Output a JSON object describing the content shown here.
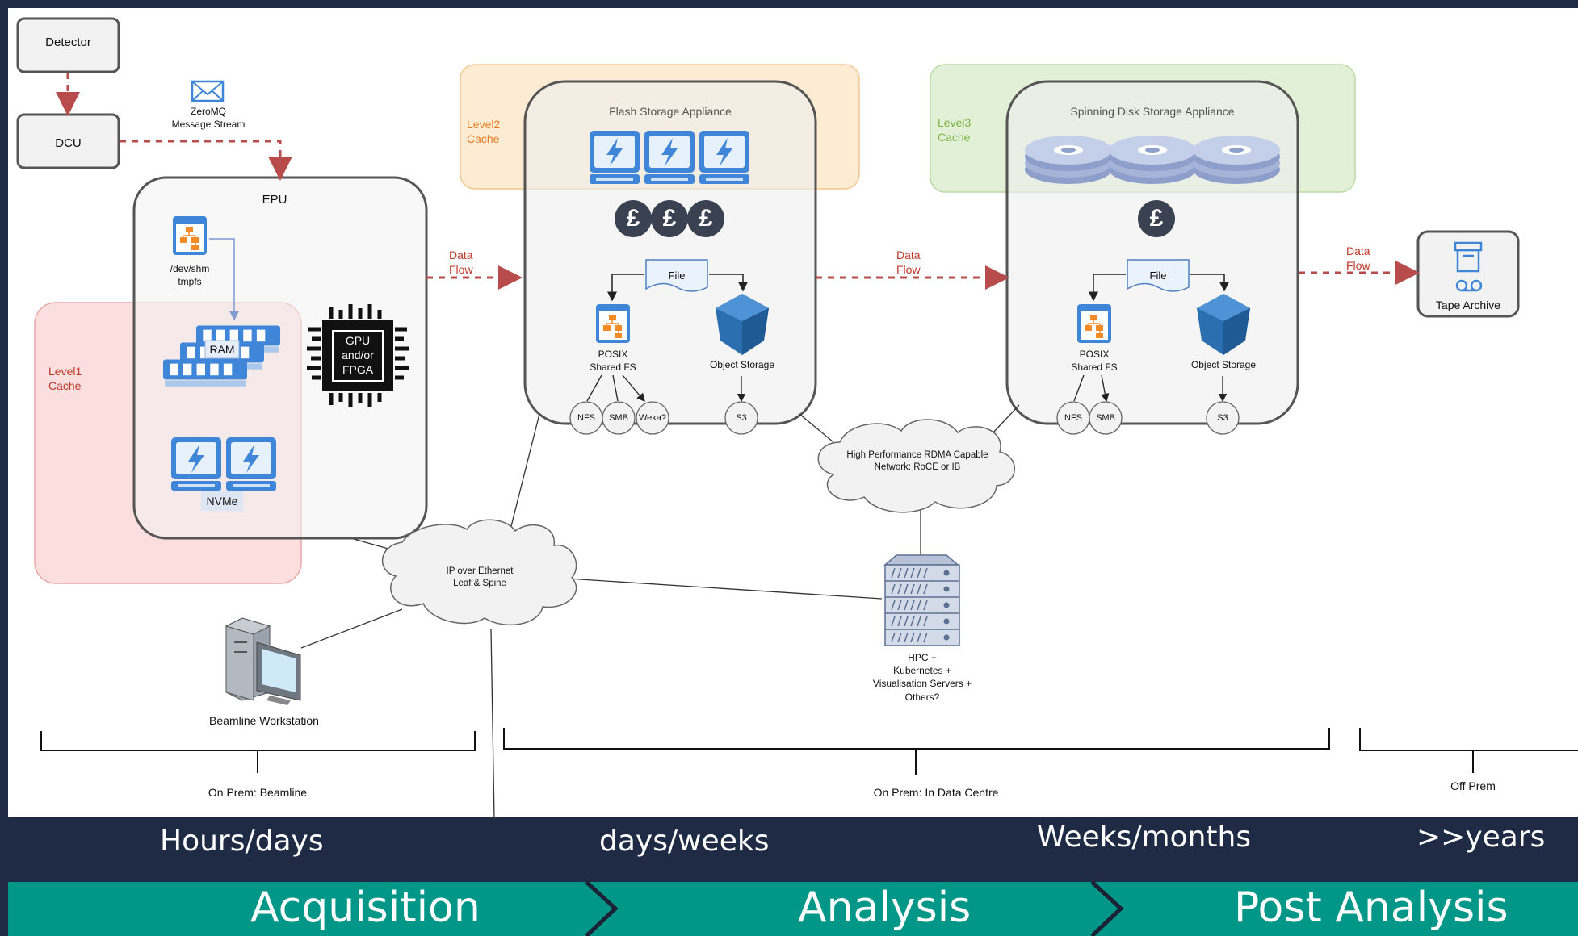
{
  "diagram": {
    "detector": "Detector",
    "dcu": "DCU",
    "zeromq": "ZeroMQ\nMessage Stream",
    "epu": "EPU",
    "dev_shm": "/dev/shm\ntmpfs",
    "ram": "RAM",
    "nvme": "NVMe",
    "gpu": "GPU\nand/or\nFPGA",
    "level1": "Level1\nCache",
    "level2": "Level2\nCache",
    "level3": "Level3\nCache",
    "flash_appliance": "Flash Storage Appliance",
    "spinning_appliance": "Spinning Disk Storage Appliance",
    "data_flow": "Data\nFlow",
    "file": "File",
    "posix": "POSIX\nShared FS",
    "object_storage": "Object Storage",
    "nfs": "NFS",
    "smb": "SMB",
    "weka": "Weka?",
    "s3": "S3",
    "rdma_cloud": "High Performance RDMA Capable\nNetwork: RoCE or IB",
    "ethernet_cloud": "IP over Ethernet\nLeaf & Spine",
    "hpc": "HPC +\nKubernetes +\nVisualisation Servers +\nOthers?",
    "workstation": "Beamline Workstation",
    "tape_archive": "Tape Archive",
    "pound": "£",
    "on_prem_beamline": "On Prem: Beamline",
    "on_prem_dc": "On Prem: In Data Centre",
    "off_prem": "Off Prem"
  },
  "timeline": [
    "Hours/days",
    "days/weeks",
    "Weeks/months",
    ">>years"
  ],
  "phases": [
    "Acquisition",
    "Analysis",
    "Post Analysis"
  ],
  "colors": {
    "background": "#1f2a44",
    "phase_band": "#009688",
    "data_flow": "#b84b4b",
    "level1_fill": "#fbdede",
    "level2_fill": "#fdebd3",
    "level3_fill": "#e3f0d8",
    "flash_icon": "#3f86d8"
  }
}
